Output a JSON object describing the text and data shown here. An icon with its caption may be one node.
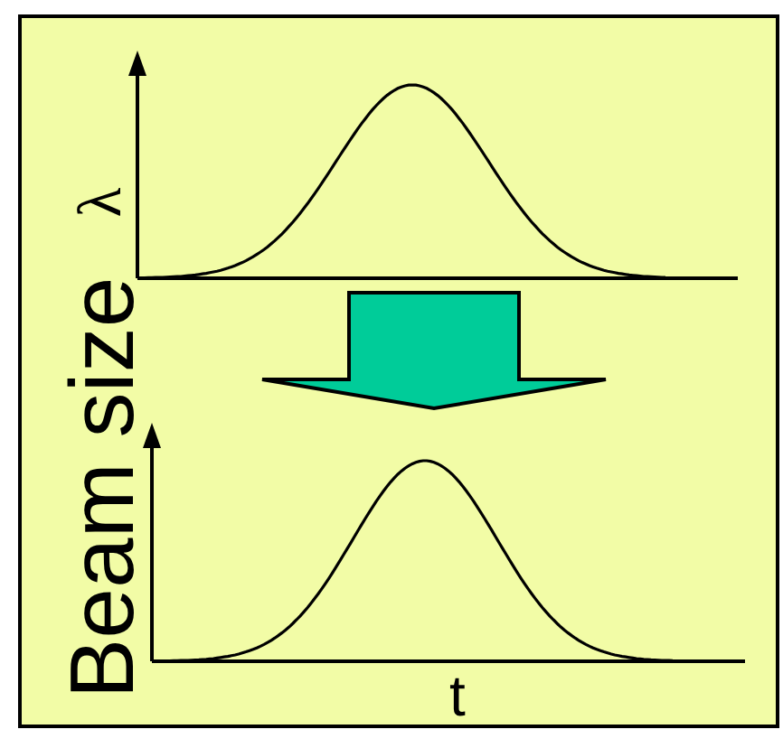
{
  "diagram": {
    "nodes": [
      {
        "text": [],
        "shape": "picture"
      },
      {
        "text": [],
        "shape": "picture"
      }
    ],
    "edges": [
      {
        "from": 0,
        "to": 1,
        "arrow": "to"
      }
    ],
    "labels": [
      "λ",
      "Beam size",
      "t"
    ]
  }
}
